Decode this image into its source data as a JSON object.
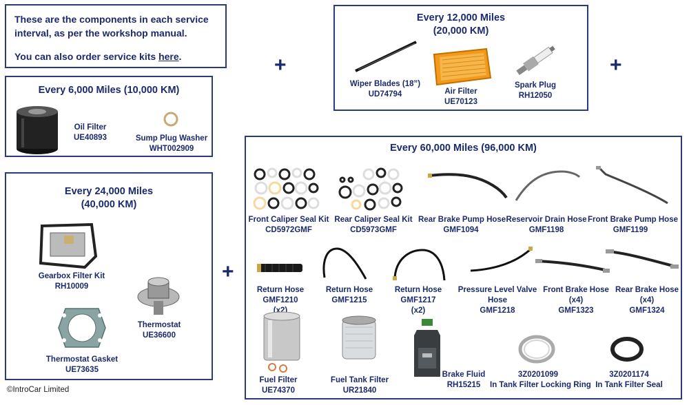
{
  "intro": {
    "line1": "These are the components in each service",
    "line2": "interval, as per the workshop manual.",
    "line3_prefix": "You can also order service kits ",
    "link": "here",
    "line3_suffix": "."
  },
  "plus": "+",
  "copyright": "©IntroCar Limited",
  "box_6k": {
    "title": "Every 6,000 Miles (10,000 KM)",
    "items": [
      {
        "name": "Oil Filter",
        "code": "UE40893",
        "icon": "oil-filter-icon"
      },
      {
        "name": "Sump Plug Washer",
        "code": "WHT002909",
        "icon": "washer-icon"
      }
    ]
  },
  "box_12k": {
    "title1": "Every 12,000 Miles",
    "title2": "(20,000 KM)",
    "items": [
      {
        "name": "Wiper Blades (18”)",
        "code": "UD74794",
        "icon": "wiper-blade-icon"
      },
      {
        "name": "Air Filter",
        "code": "UE70123",
        "icon": "air-filter-icon"
      },
      {
        "name": "Spark Plug",
        "code": "RH12050",
        "icon": "spark-plug-icon"
      }
    ]
  },
  "box_24k": {
    "title1": "Every 24,000 Miles",
    "title2": "(40,000 KM)",
    "items": [
      {
        "name": "Gearbox Filter Kit",
        "code": "RH10009",
        "icon": "gearbox-filter-icon"
      },
      {
        "name": "Thermostat",
        "code": "UE36600",
        "icon": "thermostat-icon"
      },
      {
        "name": "Thermostat Gasket",
        "code": "UE73635",
        "icon": "gasket-icon"
      }
    ]
  },
  "box_60k": {
    "title": "Every 60,000 Miles (96,000 KM)",
    "items": [
      {
        "name": "Front Caliper Seal Kit",
        "code": "CD5972GMF",
        "extra": ""
      },
      {
        "name": "Rear Caliper Seal Kit",
        "code": "CD5973GMF",
        "extra": ""
      },
      {
        "name": "Rear Brake Pump Hose",
        "code": "GMF1094",
        "extra": ""
      },
      {
        "name": "Reservoir Drain Hose",
        "code": "GMF1198",
        "extra": ""
      },
      {
        "name": "Front Brake Pump Hose",
        "code": "GMF1199",
        "extra": ""
      },
      {
        "name": "Return Hose",
        "code": "GMF1210",
        "extra": "(x2)"
      },
      {
        "name": "Return Hose",
        "code": "GMF1215",
        "extra": ""
      },
      {
        "name": "Return Hose",
        "code": "GMF1217",
        "extra": "(x2)"
      },
      {
        "name": "Pressure Level Valve",
        "name2": "Hose",
        "code": "GMF1218",
        "extra": ""
      },
      {
        "name": "Front Brake Hose",
        "code": "(x4)",
        "extra": "GMF1323"
      },
      {
        "name": "Rear Brake Hose",
        "code": "(x4)",
        "extra": "GMF1324"
      },
      {
        "name": "Fuel Filter",
        "code": "UE74370",
        "extra": ""
      },
      {
        "name": "Fuel Tank Filter",
        "code": "UR21840",
        "extra": ""
      },
      {
        "name": "Brake Fluid",
        "code": "RH15215",
        "extra": ""
      },
      {
        "name": "3Z0201099",
        "code": "In Tank Filter Locking Ring",
        "extra": ""
      },
      {
        "name": "3Z0201174",
        "code": "In Tank Filter Seal",
        "extra": ""
      }
    ]
  }
}
